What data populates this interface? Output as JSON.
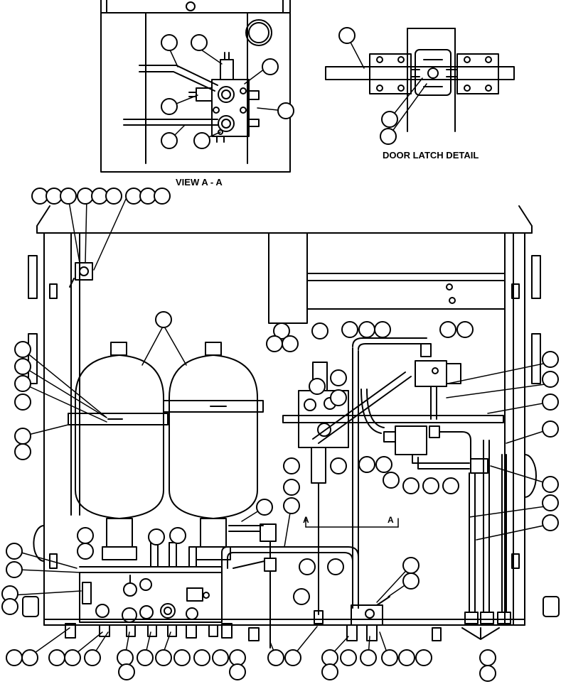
{
  "captions": {
    "view_a_a": "VIEW A - A",
    "door_latch_detail": "DOOR LATCH DETAIL",
    "section_marker_left": "A",
    "section_marker_right": "A"
  },
  "colors": {
    "line": "#000000",
    "background": "#ffffff"
  },
  "callout_count": 92
}
